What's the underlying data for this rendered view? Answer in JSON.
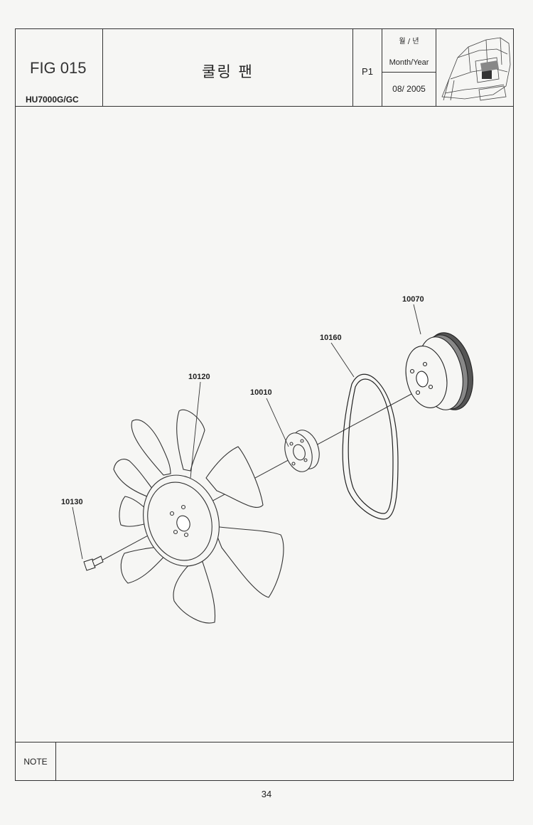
{
  "header": {
    "figure": "FIG 015",
    "model": "HU7000G/GC",
    "title": "쿨링 팬",
    "page": "P1",
    "date_label_korean": "월 / 년",
    "date_label": "Month/Year",
    "date_value": "08/ 2005"
  },
  "parts": [
    {
      "number": "10070"
    },
    {
      "number": "10160"
    },
    {
      "number": "10120"
    },
    {
      "number": "10010"
    },
    {
      "number": "10130"
    }
  ],
  "note": {
    "label": "NOTE",
    "text": ""
  },
  "footer": {
    "page_number": "34"
  }
}
